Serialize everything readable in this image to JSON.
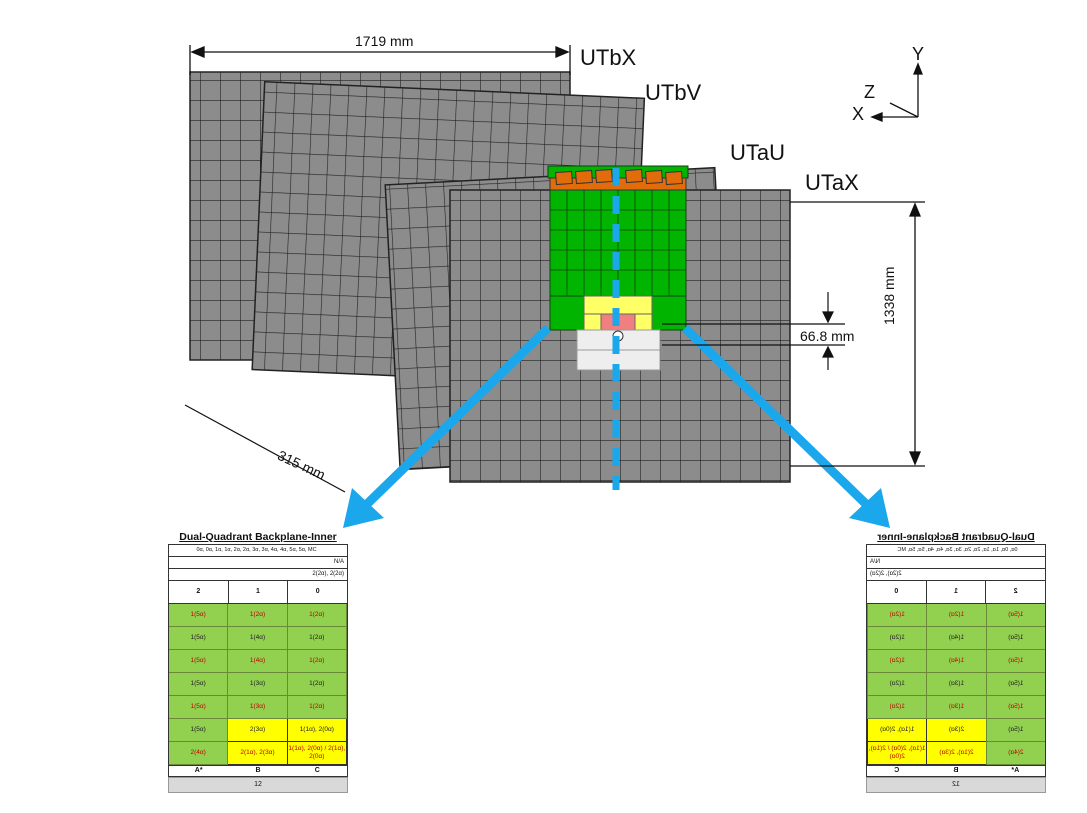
{
  "planes": {
    "utbx": "UTbX",
    "utbv": "UTbV",
    "utau": "UTaU",
    "utax": "UTaX"
  },
  "dimensions": {
    "width": "1719 mm",
    "height": "1338 mm",
    "gap": "66.8 mm",
    "diag": "315 mm"
  },
  "axes": {
    "y": "Y",
    "z": "Z",
    "x": "X"
  },
  "colors": {
    "sensor_gray": "#8c8c8c",
    "sensor_green": "#00b400",
    "sensor_orange": "#e26b0a",
    "sensor_yellow": "#ffff66",
    "sensor_pink": "#f08080",
    "arrow_blue": "#1aa7ec"
  },
  "table": {
    "title": "Dual-Quadrant Backplane-Inner",
    "row1": "0α, 0α, 1α, 1α, 2α, 2α, 3α, 3α, 4α, 4α, 5α, 5α, MC",
    "row2": "N/A",
    "row3": "2(2α), 2(2α)",
    "headers": [
      "2",
      "1",
      "0"
    ],
    "rows": [
      [
        "1(5α)",
        "1(2α)",
        "1(2α)"
      ],
      [
        "1(5α)",
        "1(4α)",
        "1(2α)"
      ],
      [
        "1(5α)",
        "1(4α)",
        "1(2α)"
      ],
      [
        "1(5α)",
        "1(3α)",
        "1(2α)"
      ],
      [
        "1(5α)",
        "1(3α)",
        "1(2α)"
      ],
      [
        "1(5α)",
        "2(3α)",
        "1(1α), 2(0α)"
      ],
      [
        "2(4α)",
        "2(1α), 2(3α)",
        "1(1α), 2(0α) / 2(1α), 2(0α)"
      ]
    ],
    "footer": [
      "A*",
      "B",
      "C"
    ],
    "total": "12"
  }
}
